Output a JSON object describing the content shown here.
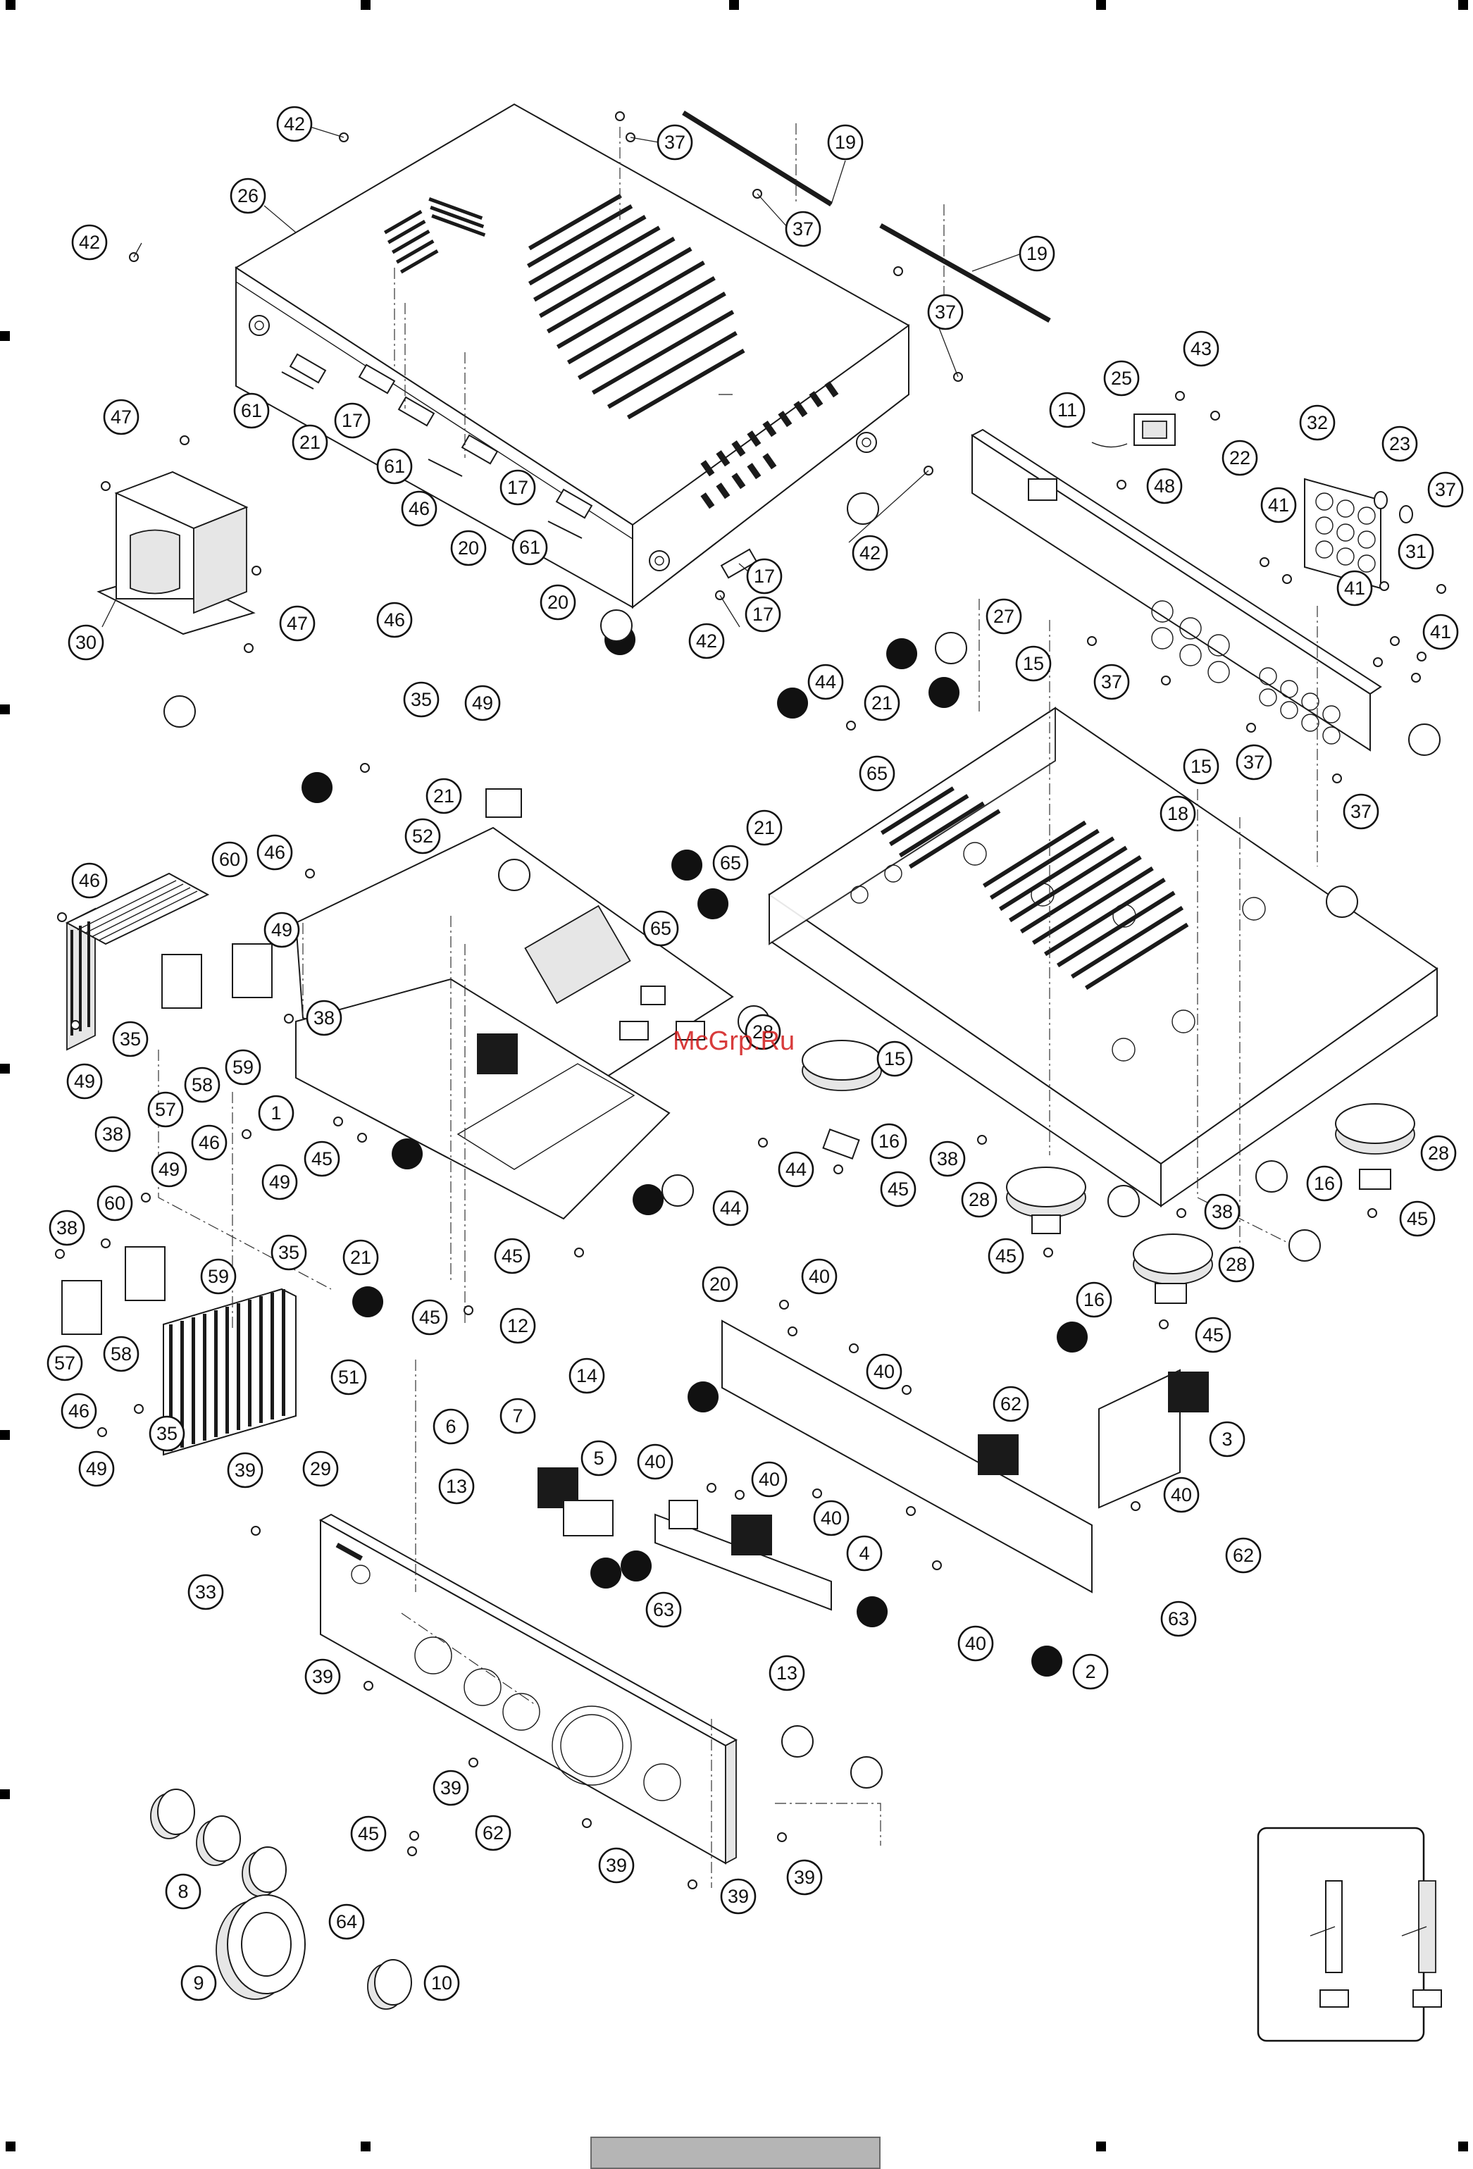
{
  "watermark": "McGrp.Ru",
  "callouts": [
    "1",
    "2",
    "3",
    "4",
    "5",
    "6",
    "7",
    "8",
    "9",
    "10",
    "11",
    "12",
    "13",
    "14",
    "15",
    "16",
    "17",
    "18",
    "19",
    "20",
    "21",
    "22",
    "23",
    "25",
    "26",
    "27",
    "28",
    "29",
    "30",
    "31",
    "32",
    "33",
    "35",
    "37",
    "38",
    "39",
    "40",
    "41",
    "42",
    "43",
    "44",
    "45",
    "46",
    "47",
    "48",
    "49",
    "51",
    "52",
    "57",
    "58",
    "59",
    "60",
    "61",
    "62",
    "63",
    "64",
    "65"
  ],
  "parts": {
    "top_cover": "Top cover (26)",
    "rear_panel": "Rear panel (27)",
    "chassis": "Chassis",
    "front_panel": "Front panel (29)",
    "power_transformer": "Power transformer (30)",
    "heat_sink_left": "Heat sink assembly",
    "heat_sink_lower": "Heat sink assembly",
    "main_board": "Main assembly (1)",
    "insulator_feet": "Insulator (28)",
    "legend_box": "Legend"
  },
  "colors": {
    "line": "#111111",
    "shade": "#e6e6e6",
    "footer_bar": "#b5b5b5",
    "watermark": "#d21a1a"
  }
}
